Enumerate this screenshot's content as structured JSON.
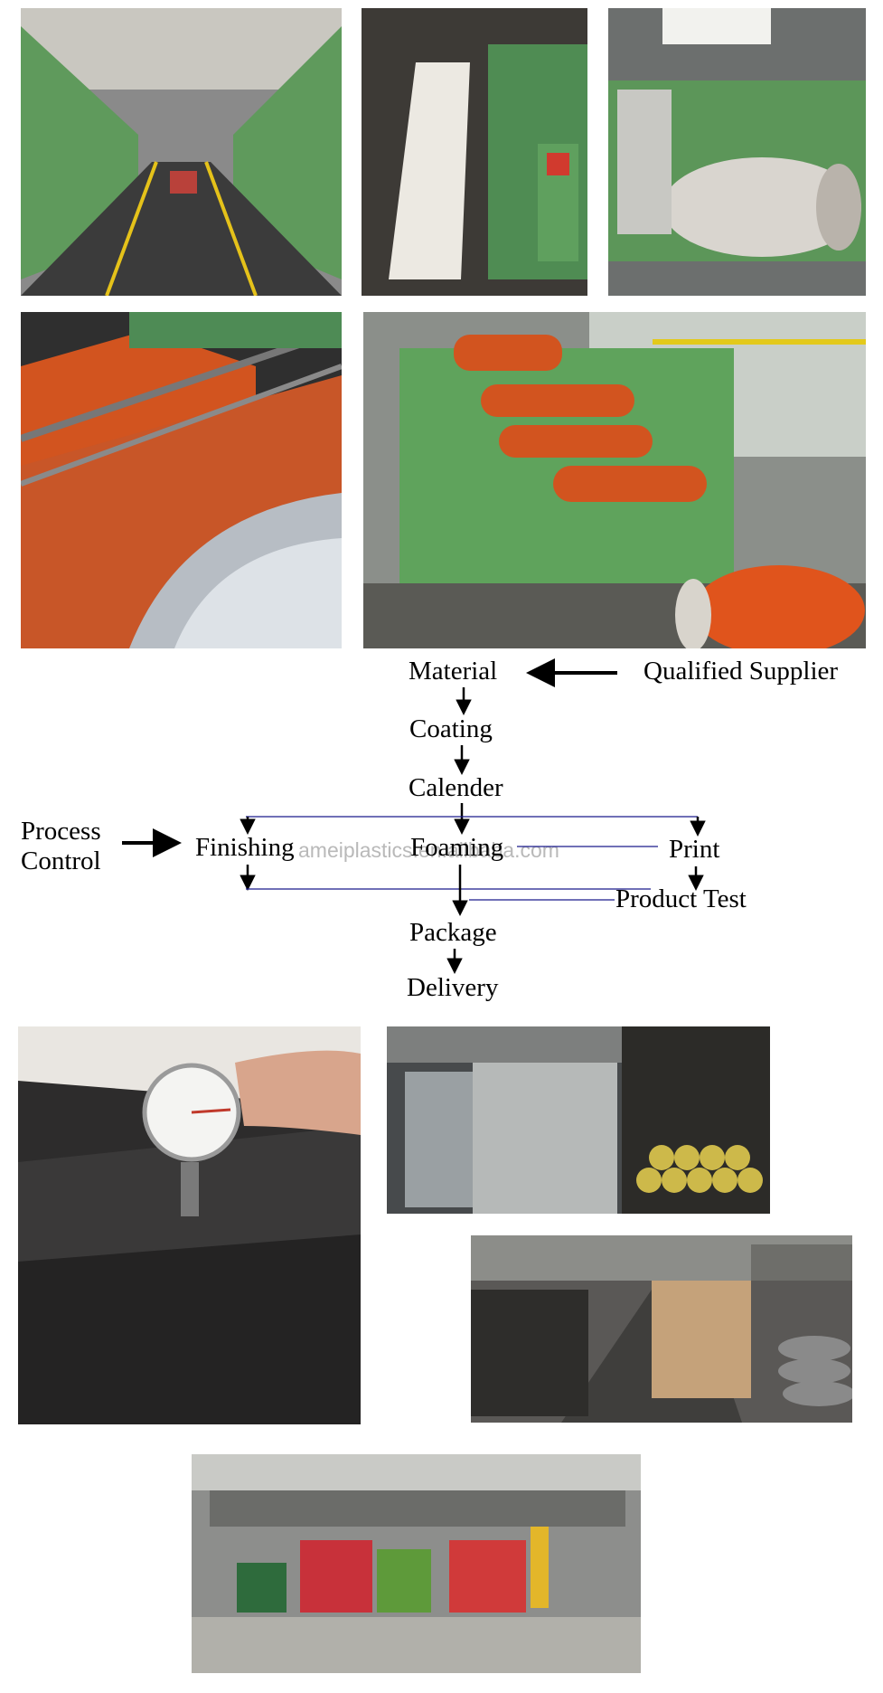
{
  "flowchart": {
    "nodes": {
      "material": "Material",
      "qualified_supplier": "Qualified Supplier",
      "coating": "Coating",
      "calender": "Calender",
      "process_control_line1": "Process",
      "process_control_line2": "Control",
      "finishing": "Finishing",
      "foaming": "Foaming",
      "print": "Print",
      "product_test": "Product Test",
      "package": "Package",
      "delivery": "Delivery"
    },
    "watermark": "ameiplastics.en.alibaba.com"
  },
  "photos": [
    {
      "name": "factory-aisle-photo"
    },
    {
      "name": "sheet-extrusion-photo"
    },
    {
      "name": "roll-winding-photo"
    },
    {
      "name": "orange-sheet-closeup-photo"
    },
    {
      "name": "orange-rolls-line-photo"
    },
    {
      "name": "thickness-gauge-photo"
    },
    {
      "name": "container-loading-photo"
    },
    {
      "name": "warehouse-photo"
    },
    {
      "name": "trucks-dock-photo"
    }
  ],
  "colors": {
    "machine_green": "#5f9a5c",
    "sheet_orange": "#d2541f",
    "floor_dark": "#3b3b3b",
    "flow_line_blue": "#1a1a8c",
    "watermark": "#b9b9b9"
  }
}
